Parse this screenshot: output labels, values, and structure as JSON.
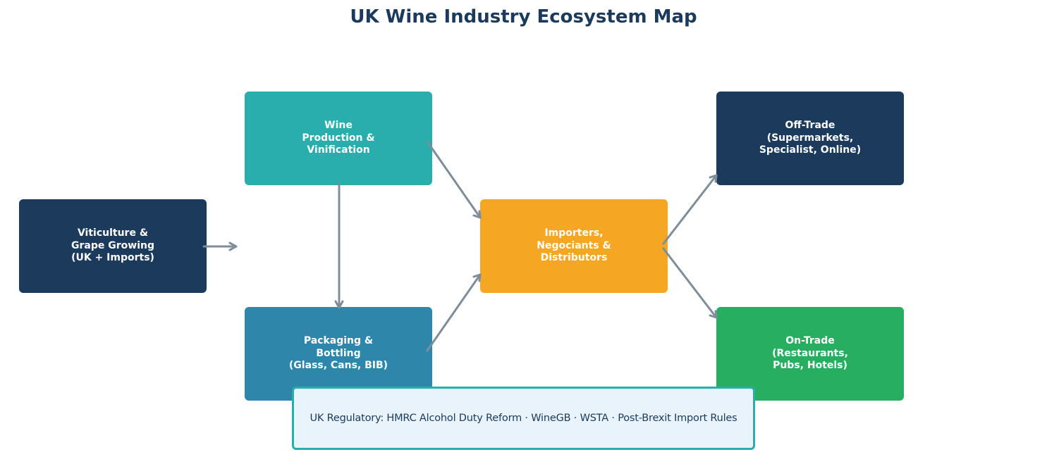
{
  "title": "UK Wine Industry Ecosystem Map",
  "nodes": {
    "viticulture": {
      "label": "Viticulture &\nGrape Growing\n(UK + Imports)",
      "color": "#1b3a5c"
    },
    "production": {
      "label": "Wine\nProduction &\nVinification",
      "color": "#2aadad"
    },
    "packaging": {
      "label": "Packaging &\nBottling\n(Glass, Cans, BIB)",
      "color": "#2e86ab"
    },
    "importers": {
      "label": "Importers,\nNegociants &\nDistributors",
      "color": "#f5a623"
    },
    "offtrade": {
      "label": "Off-Trade\n(Supermarkets,\nSpecialist, Online)",
      "color": "#1b3a5c"
    },
    "ontrade": {
      "label": "On-Trade\n(Restaurants,\nPubs, Hotels)",
      "color": "#27ae60"
    }
  },
  "edges": [
    {
      "from": "viticulture",
      "to": "production"
    },
    {
      "from": "production",
      "to": "packaging"
    },
    {
      "from": "production",
      "to": "importers"
    },
    {
      "from": "packaging",
      "to": "importers"
    },
    {
      "from": "importers",
      "to": "offtrade"
    },
    {
      "from": "importers",
      "to": "ontrade"
    }
  ],
  "footer": {
    "text": "UK Regulatory: HMRC Alcohol Duty Reform · WineGB · WSTA · Post-Brexit Import Rules",
    "border_color": "#2aadad",
    "background": "#e8f3fb"
  },
  "colors": {
    "title": "#1b3a5c",
    "arrow": "#7f8c99"
  }
}
